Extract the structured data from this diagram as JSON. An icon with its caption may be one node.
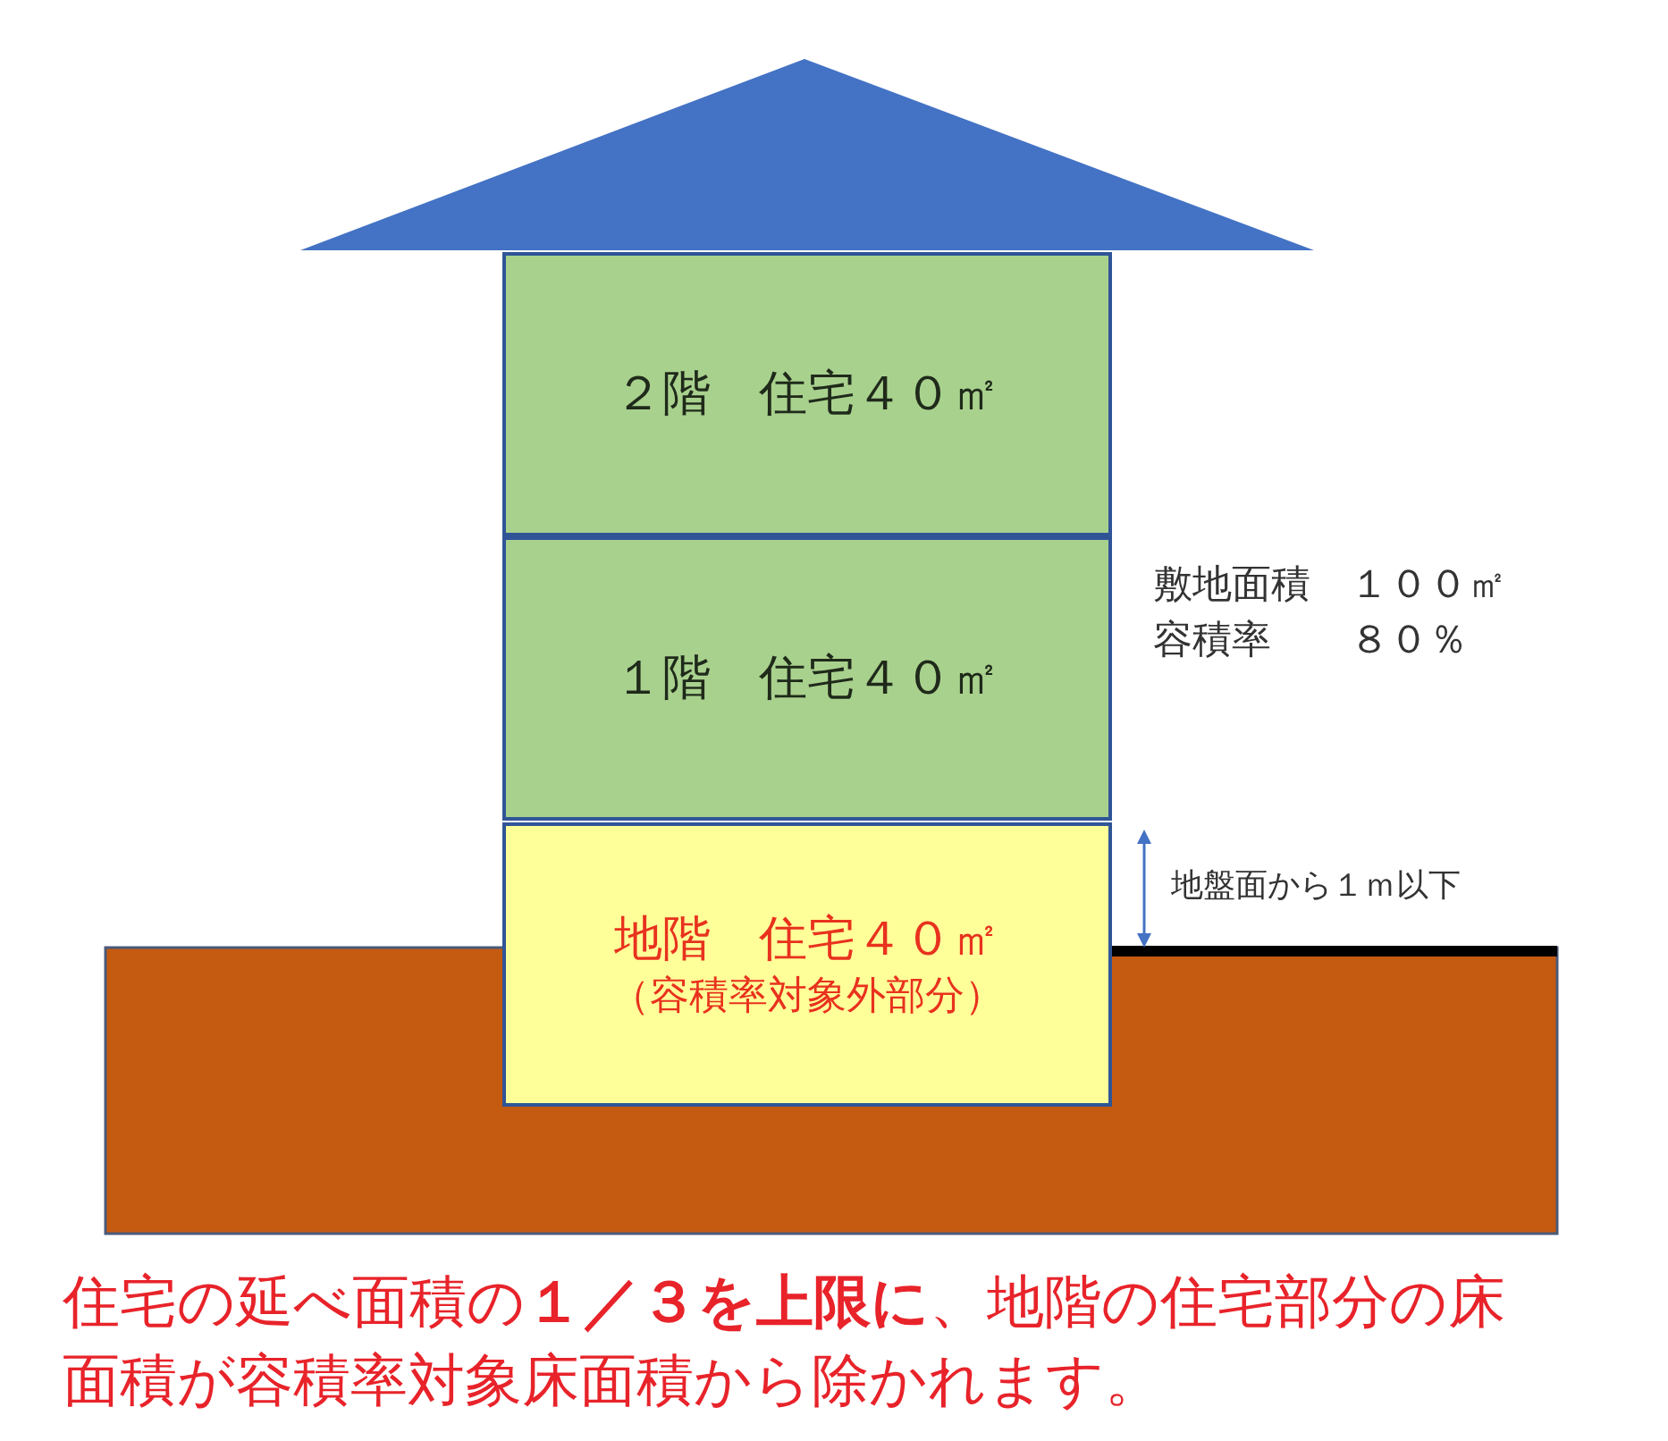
{
  "diagram": {
    "caption": "住宅の延べ面積の**１／３を上限に**、地階の住宅部分の床面積が容積率対象床面積から除かれます。",
    "nodes": [
      {
        "text": [],
        "shape": "triangle"
      },
      {
        "text": [
          "２階　住宅４０㎡"
        ]
      },
      {
        "text": [
          "１階　住宅４０㎡"
        ]
      },
      {
        "text": [
          "地階　住宅４０㎡",
          "（容積率対象外部分）"
        ]
      }
    ],
    "labels": [
      "敷地面積　１００㎡",
      "容積率　　８０％",
      "地盤面から１ｍ以下"
    ]
  }
}
